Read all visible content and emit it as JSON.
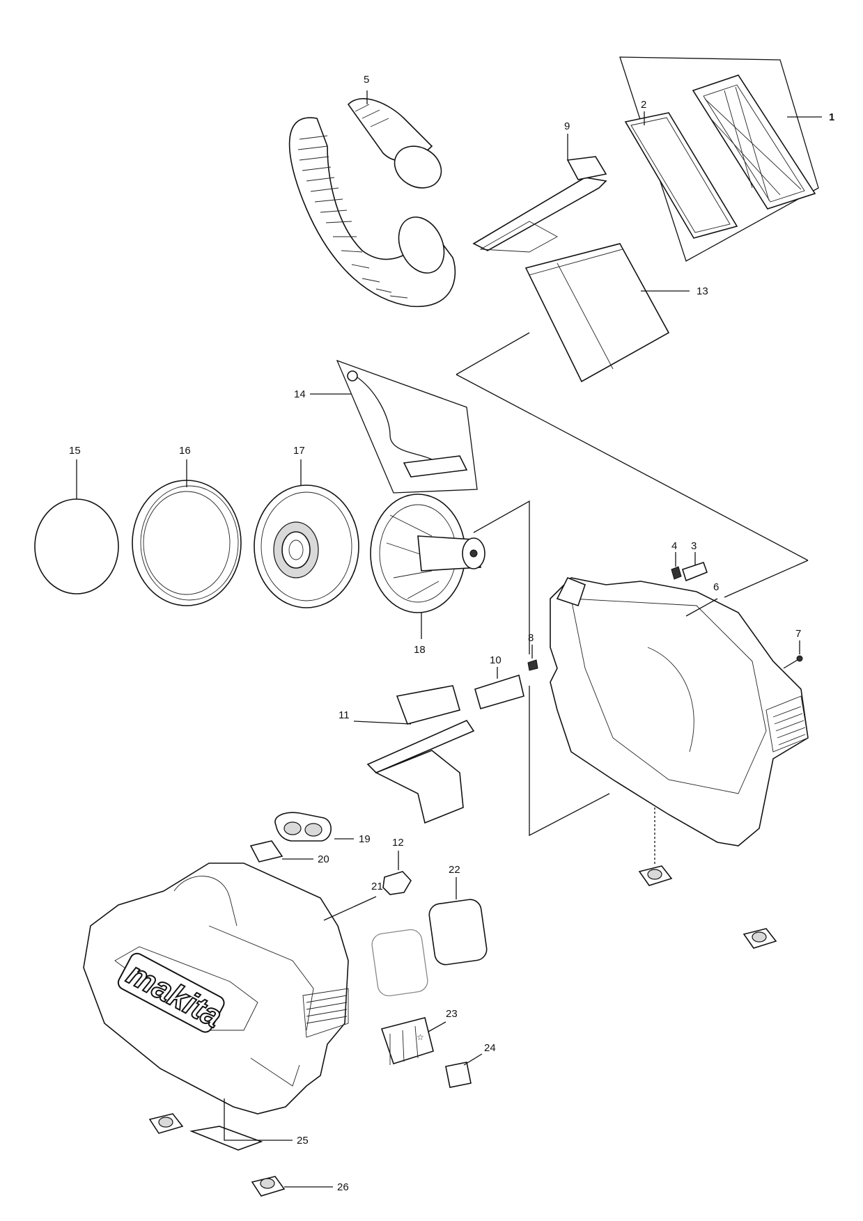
{
  "logo_text": "makita",
  "callouts": [
    {
      "id": "1",
      "label": "1",
      "bold": true
    },
    {
      "id": "2",
      "label": "2"
    },
    {
      "id": "3",
      "label": "3"
    },
    {
      "id": "4",
      "label": "4"
    },
    {
      "id": "5",
      "label": "5"
    },
    {
      "id": "6",
      "label": "6"
    },
    {
      "id": "7",
      "label": "7"
    },
    {
      "id": "8",
      "label": "8"
    },
    {
      "id": "9",
      "label": "9"
    },
    {
      "id": "10",
      "label": "10"
    },
    {
      "id": "11",
      "label": "11"
    },
    {
      "id": "12",
      "label": "12"
    },
    {
      "id": "13",
      "label": "13"
    },
    {
      "id": "14",
      "label": "14"
    },
    {
      "id": "15",
      "label": "15"
    },
    {
      "id": "16",
      "label": "16"
    },
    {
      "id": "17",
      "label": "17"
    },
    {
      "id": "18",
      "label": "18"
    },
    {
      "id": "19",
      "label": "19"
    },
    {
      "id": "20",
      "label": "20"
    },
    {
      "id": "21",
      "label": "21"
    },
    {
      "id": "22",
      "label": "22"
    },
    {
      "id": "23",
      "label": "23"
    },
    {
      "id": "24",
      "label": "24"
    },
    {
      "id": "25",
      "label": "25"
    },
    {
      "id": "26",
      "label": "26"
    }
  ]
}
